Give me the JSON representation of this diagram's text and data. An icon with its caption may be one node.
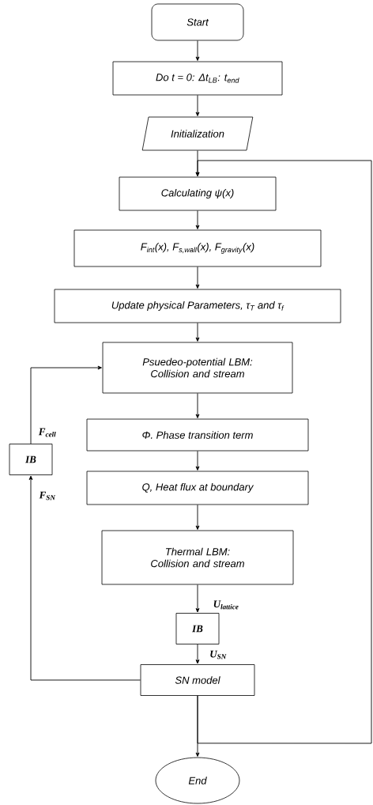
{
  "diagram": {
    "nodes": [
      {
        "text": [
          "Start"
        ]
      },
      {
        "text": [
          "Do t = 0: Δt$_{LB}$: t$_{end}$"
        ]
      },
      {
        "text": [
          "Initialization"
        ]
      },
      {
        "text": [
          "Calculating ψ(x)"
        ]
      },
      {
        "text": [
          "F$_{int}$(x), F$_{s,wall}$(x), F$_{gravity}$(x)"
        ]
      },
      {
        "text": [
          "Update physical Parameters, τ$_{T}$ and τ$_{f}$"
        ]
      },
      {
        "text": [
          "Psuedeo-potential LBM: Collision and stream"
        ]
      },
      {
        "text": [
          "Φ. Phase transition term"
        ]
      },
      {
        "text": [
          "Q, Heat flux at boundary"
        ]
      },
      {
        "text": [
          "Thermal LBM: Collision and stream"
        ]
      },
      {
        "text": [
          "IB"
        ]
      },
      {
        "text": [
          "SN model"
        ]
      },
      {
        "text": [
          "End"
        ]
      },
      {
        "text": [
          "IB"
        ]
      }
    ],
    "edges": [
      {
        "from": 0,
        "to": 1,
        "arrow": "to"
      },
      {
        "from": 1,
        "to": 2,
        "arrow": "to"
      },
      {
        "from": 2,
        "to": 3,
        "arrow": "to"
      },
      {
        "from": 3,
        "to": 4,
        "arrow": "to"
      },
      {
        "from": 4,
        "to": 5,
        "arrow": "to"
      },
      {
        "from": 5,
        "to": 6,
        "arrow": "to"
      },
      {
        "from": 6,
        "to": 7,
        "arrow": "to"
      },
      {
        "from": 7,
        "to": 8,
        "arrow": "to"
      },
      {
        "from": 8,
        "to": 9,
        "arrow": "to"
      },
      {
        "from": 9,
        "to": 10,
        "label": "U$_{lattice}$",
        "arrow": "to"
      },
      {
        "from": 10,
        "to": 11,
        "label": "U$_{SN}$",
        "arrow": "to"
      },
      {
        "from": 11,
        "to": 12,
        "arrow": "to"
      },
      {
        "from": 11,
        "to": 13,
        "label": "F$_{SN}$",
        "arrow": "to"
      },
      {
        "from": 13,
        "to": 6,
        "label": "F$_{cell}$",
        "arrow": "to"
      },
      {
        "from": 11,
        "to": 3,
        "arrow": "to"
      }
    ]
  }
}
